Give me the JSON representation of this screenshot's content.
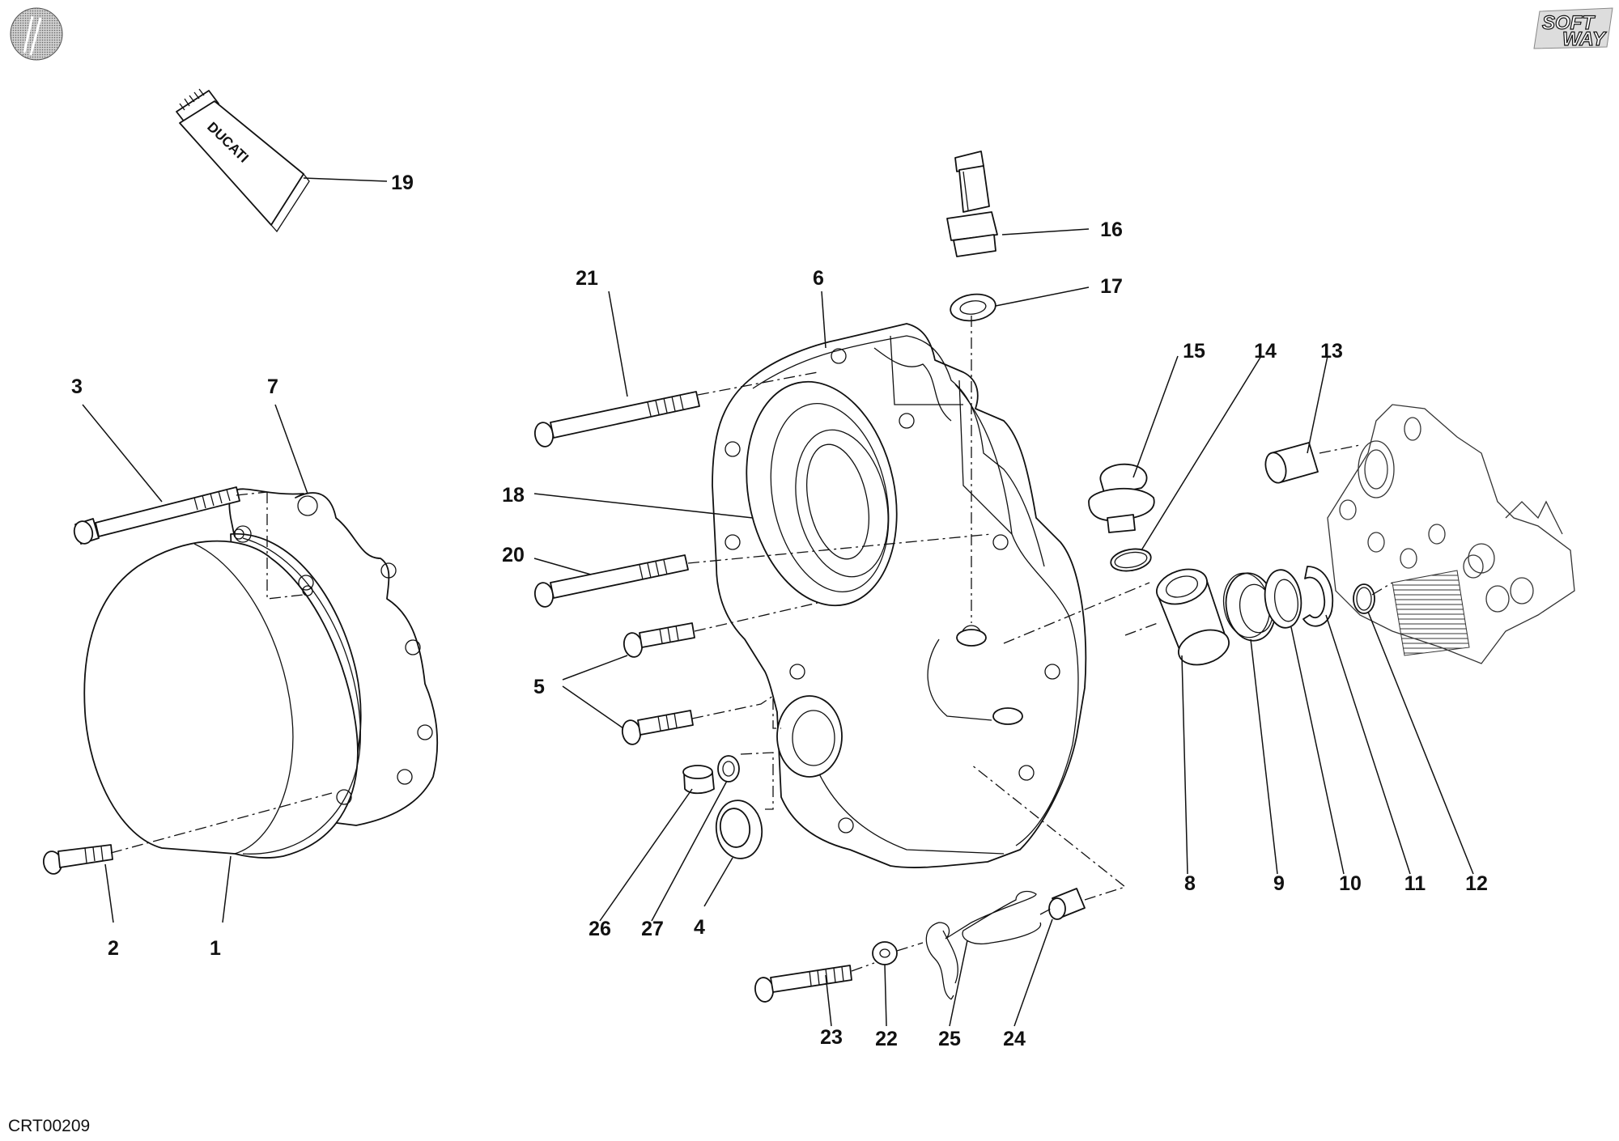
{
  "diagram": {
    "figure_code": "CRT00209",
    "brand": {
      "top": "SOFT",
      "bottom": "WAY"
    },
    "tube_text": "DUCATI",
    "callouts": [
      {
        "id": "1",
        "text": "1"
      },
      {
        "id": "2",
        "text": "2"
      },
      {
        "id": "3",
        "text": "3"
      },
      {
        "id": "4",
        "text": "4"
      },
      {
        "id": "5",
        "text": "5"
      },
      {
        "id": "6",
        "text": "6"
      },
      {
        "id": "7",
        "text": "7"
      },
      {
        "id": "8",
        "text": "8"
      },
      {
        "id": "9",
        "text": "9"
      },
      {
        "id": "10",
        "text": "10"
      },
      {
        "id": "11",
        "text": "11"
      },
      {
        "id": "12",
        "text": "12"
      },
      {
        "id": "13",
        "text": "13"
      },
      {
        "id": "14",
        "text": "14"
      },
      {
        "id": "15",
        "text": "15"
      },
      {
        "id": "16",
        "text": "16"
      },
      {
        "id": "17",
        "text": "17"
      },
      {
        "id": "18",
        "text": "18"
      },
      {
        "id": "19",
        "text": "19"
      },
      {
        "id": "20",
        "text": "20"
      },
      {
        "id": "21",
        "text": "21"
      },
      {
        "id": "22",
        "text": "22"
      },
      {
        "id": "23",
        "text": "23"
      },
      {
        "id": "24",
        "text": "24"
      },
      {
        "id": "25",
        "text": "25"
      },
      {
        "id": "26",
        "text": "26"
      },
      {
        "id": "27",
        "text": "27"
      }
    ]
  }
}
